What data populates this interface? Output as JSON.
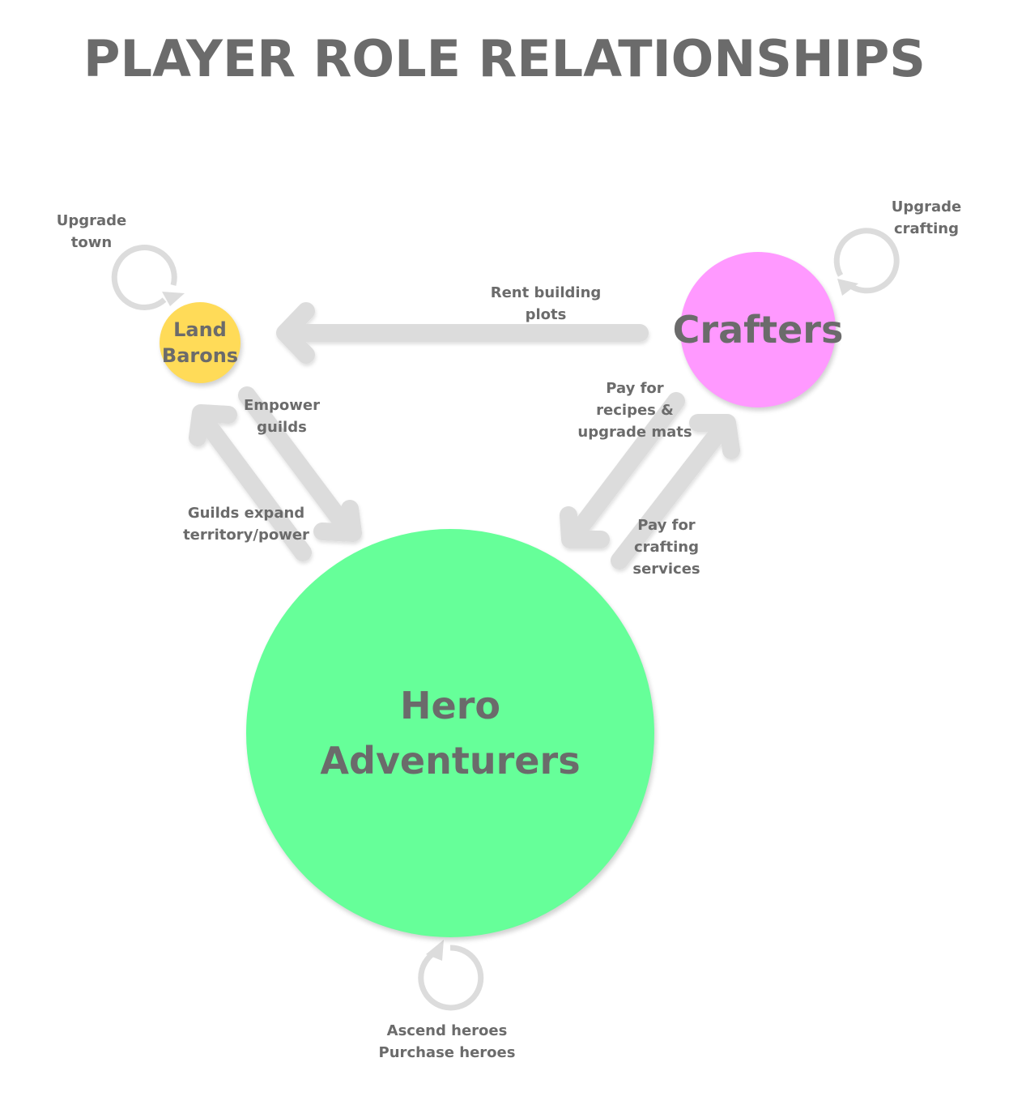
{
  "title": "PLAYER ROLE RELATIONSHIPS",
  "nodes": {
    "land_barons": {
      "line1": "Land",
      "line2": "Barons",
      "color": "#ffdb58"
    },
    "crafters": {
      "label": "Crafters",
      "color": "#ff99ff"
    },
    "hero_adventurers": {
      "line1": "Hero",
      "line2": "Adventurers",
      "color": "#66ff99"
    }
  },
  "edges": {
    "rent": {
      "line1": "Rent building",
      "line2": "plots"
    },
    "empower": {
      "line1": "Empower",
      "line2": "guilds"
    },
    "expand": {
      "line1": "Guilds expand",
      "line2": "territory/power"
    },
    "recipes": {
      "line1": "Pay for",
      "line2": "recipes &",
      "line3": "upgrade mats"
    },
    "services": {
      "line1": "Pay for",
      "line2": "crafting",
      "line3": "services"
    }
  },
  "loops": {
    "town": {
      "line1": "Upgrade",
      "line2": "town"
    },
    "crafting": {
      "line1": "Upgrade",
      "line2": "crafting"
    },
    "heroes": {
      "line1": "Ascend heroes",
      "line2": "Purchase heroes"
    }
  },
  "colors": {
    "arrow": "#dcdcdc",
    "text": "#6b6b6b"
  }
}
